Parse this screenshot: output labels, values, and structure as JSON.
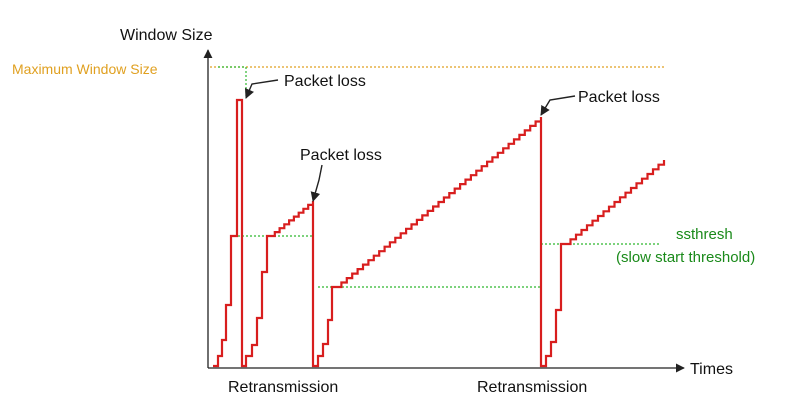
{
  "diagram": {
    "y_axis_label": "Window Size",
    "x_axis_label": "Times",
    "max_window_label": "Maximum Window Size",
    "packet_loss_label": "Packet loss",
    "retransmission_label": "Retransmission",
    "ssthresh_label": "ssthresh",
    "ssthresh_desc": "(slow start threshold)"
  },
  "colors": {
    "curve": "#d81e1e",
    "threshold": "#2fb82f",
    "max_window": "#e0a020",
    "axis": "#222222",
    "ssthresh_text": "#1a8a1a"
  }
}
